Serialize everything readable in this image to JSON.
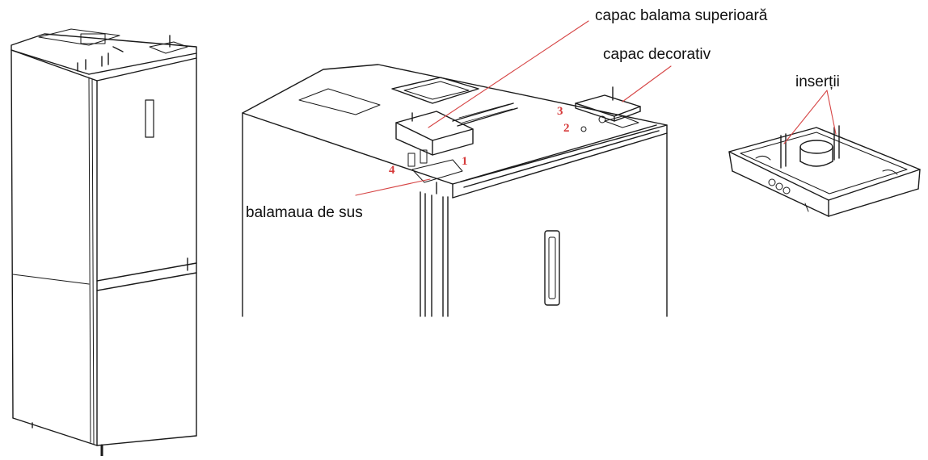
{
  "labels": {
    "top_hinge_cover": "capac balama superioară",
    "decorative_cover": "capac decorativ",
    "inserts": "inserții",
    "top_hinge": "balamaua de sus"
  },
  "step_numbers": [
    "1",
    "2",
    "3",
    "4"
  ],
  "colors": {
    "line": "#1a1a1a",
    "leader": "#d64545",
    "step_number": "#d63a3a",
    "background": "#ffffff"
  }
}
